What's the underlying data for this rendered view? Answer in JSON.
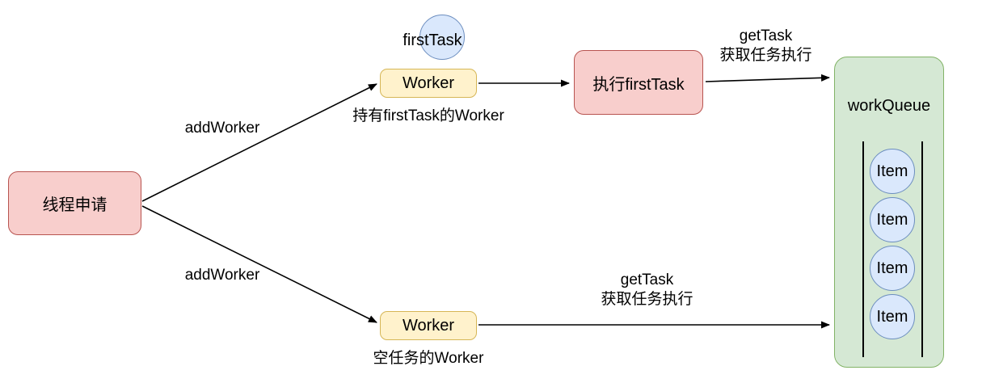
{
  "diagram": {
    "nodes": {
      "thread_request": {
        "label": "线程申请"
      },
      "first_task": {
        "label": "firstTask"
      },
      "worker_top": {
        "label": "Worker",
        "caption": "持有firstTask的Worker"
      },
      "execute_first_task": {
        "label": "执行firstTask"
      },
      "work_queue": {
        "label": "workQueue",
        "items": [
          "Item",
          "Item",
          "Item",
          "Item"
        ]
      },
      "worker_bottom": {
        "label": "Worker",
        "caption": "空任务的Worker"
      }
    },
    "edges": {
      "add_worker_top": {
        "label": "addWorker"
      },
      "add_worker_bottom": {
        "label": "addWorker"
      },
      "get_task_top": {
        "line1": "getTask",
        "line2": "获取任务执行"
      },
      "get_task_bottom": {
        "line1": "getTask",
        "line2": "获取任务执行"
      }
    },
    "colors": {
      "pink_fill": "#f8cecc",
      "pink_stroke": "#b85450",
      "yellow_fill": "#fff2cc",
      "yellow_stroke": "#d6b656",
      "blue_fill": "#dae8fc",
      "blue_stroke": "#6c8ebf",
      "green_fill": "#d5e8d4",
      "green_stroke": "#82b366",
      "arrow": "#000000",
      "text": "#000000"
    }
  }
}
